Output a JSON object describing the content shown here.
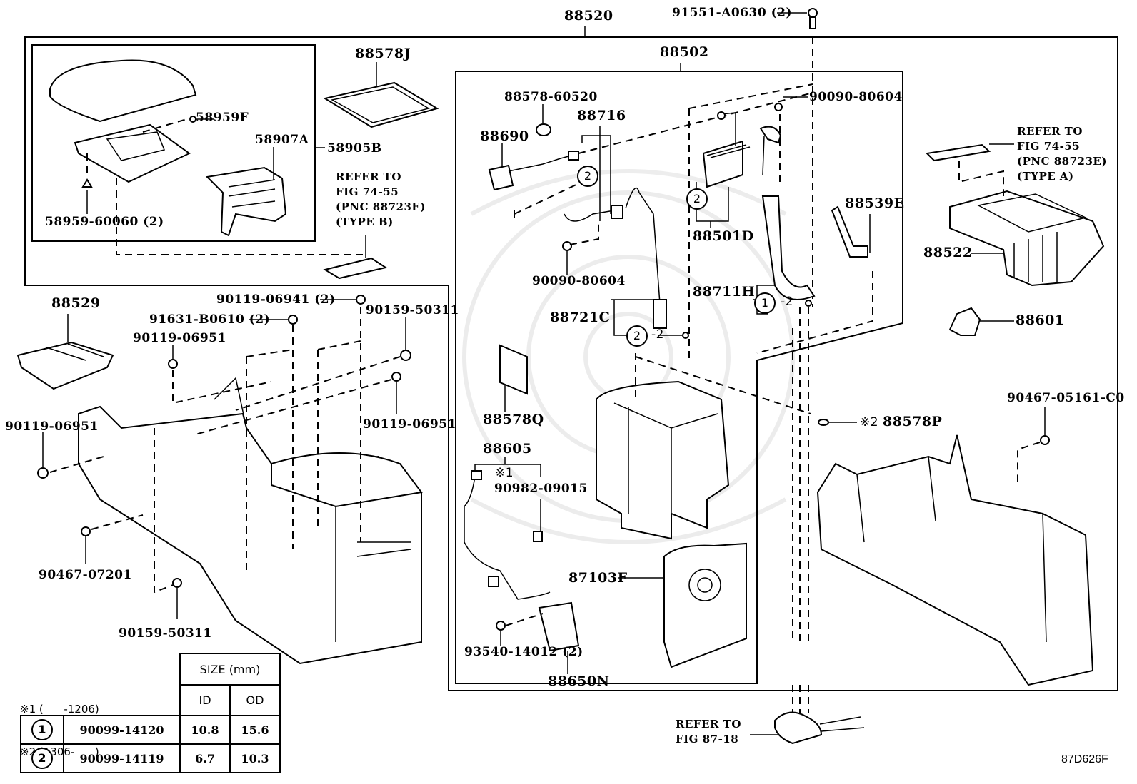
{
  "diagram": {
    "figure_id": "87D626F",
    "assembly_labels": {
      "console_assembly": "88520",
      "cooler_box_assembly": "88502",
      "armrest_assembly": "58905B"
    },
    "part_labels": {
      "p58959F": "58959F",
      "p58907A": "58907A",
      "p58959_60060": "58959-60060 (2)",
      "p88578J": "88578J",
      "p91551_A0630": "91551-A0630 (2)",
      "p88578_60520": "88578-60520",
      "p88716": "88716",
      "p88690": "88690",
      "p90090_80604_a": "90090-80604",
      "p90090_80604_b": "90090-80604",
      "p88501D": "88501D",
      "p88539E": "88539E",
      "p88711H": "88711H",
      "p88721C": "88721C",
      "p88529": "88529",
      "p90119_06941": "90119-06941 (2)",
      "p91631_B0610": "91631-B0610 (2)",
      "p90119_06951_a": "90119-06951",
      "p90159_50311_a": "90159-50311",
      "p90119_06951_b": "90119-06951",
      "p90119_06951_c": "90119-06951",
      "p90467_07201": "90467-07201",
      "p90159_50311_b": "90159-50311",
      "p88578Q": "88578Q",
      "p88605": "88605",
      "p90982_09015": "90982-09015",
      "p90982_note": "※1",
      "p87103F": "87103F",
      "p93540_14012": "93540-14012 (2)",
      "p88650N": "88650N",
      "p88578P": "88578P",
      "p88578P_note": "※2",
      "p88522": "88522",
      "p88601": "88601",
      "p90467_05161": "90467-05161-C0"
    },
    "callout_numbers": {
      "circle_1": "1",
      "circle_2": "2",
      "dash_2": "-2"
    },
    "references": {
      "ref_type_b": "REFER TO\nFIG 74-55\n(PNC 88723E)\n(TYPE B)",
      "ref_type_a": "REFER TO\nFIG 74-55\n(PNC 88723E)\n(TYPE A)",
      "ref_87_18": "REFER TO\nFIG 87-18"
    },
    "notes": {
      "note1": "※1 (      -1206)",
      "note2": "※2 (1306-      )"
    },
    "size_table": {
      "header": "SIZE (mm)",
      "col_id": "ID",
      "col_od": "OD",
      "rows": [
        {
          "mark": "1",
          "part": "90099-14120",
          "id": "10.8",
          "od": "15.6"
        },
        {
          "mark": "2",
          "part": "90099-14119",
          "id": "6.7",
          "od": "10.3"
        }
      ]
    }
  }
}
